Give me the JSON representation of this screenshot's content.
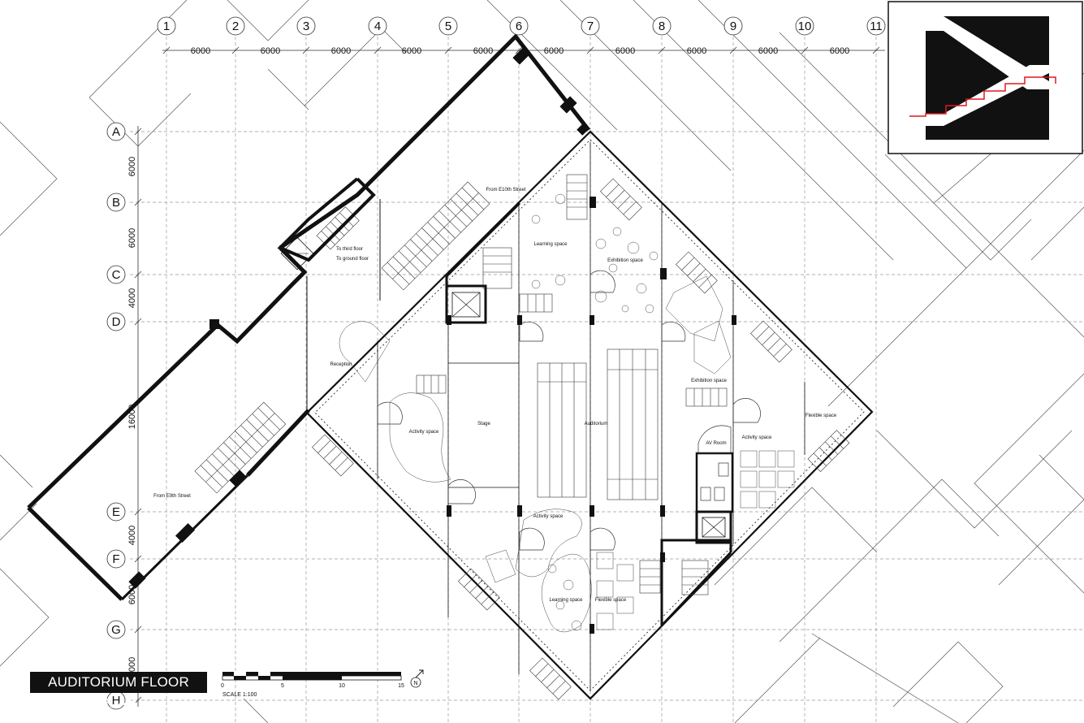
{
  "title": "AUDITORIUM FLOOR PLAN",
  "grid_columns": [
    "1",
    "2",
    "3",
    "4",
    "5",
    "6",
    "7",
    "8",
    "9",
    "10",
    "11"
  ],
  "column_spacing_labels": [
    "6000",
    "6000",
    "6000",
    "6000",
    "6000",
    "6000",
    "6000",
    "6000",
    "6000",
    "6000"
  ],
  "grid_rows": [
    "A",
    "B",
    "C",
    "D",
    "E",
    "F",
    "G",
    "H"
  ],
  "row_spacing_labels": [
    "6000",
    "6000",
    "4000",
    "16000",
    "4000",
    "6000",
    "000"
  ],
  "rooms": {
    "learning_space_1": "Learning space",
    "exhibition_space_1": "Exhibition space",
    "exhibition_space_2": "Exhibition space",
    "stage": "Stage",
    "auditorium": "Auditorium",
    "activity_space_1": "Activity space",
    "activity_space_2": "Activity space",
    "activity_space_3": "Activity space",
    "av_room": "AV Room",
    "flexible_space_1": "Flexible space",
    "flexible_space_2": "Flexible space",
    "learning_space_2": "Learning space",
    "reception": "Reception"
  },
  "annotations": {
    "from_e10th": "From E10th Street",
    "from_e9th": "From E9th Street",
    "to_third_floor": "To third floor",
    "to_ground_floor": "To ground floor"
  },
  "scale_bar": {
    "ticks": [
      "0",
      "5",
      "10",
      "15"
    ],
    "caption": "SCALE 1:100",
    "north": "N"
  },
  "colors": {
    "ink": "#111111",
    "key_plan_fill": "#111111",
    "key_plan_marker": "#e0191f"
  }
}
